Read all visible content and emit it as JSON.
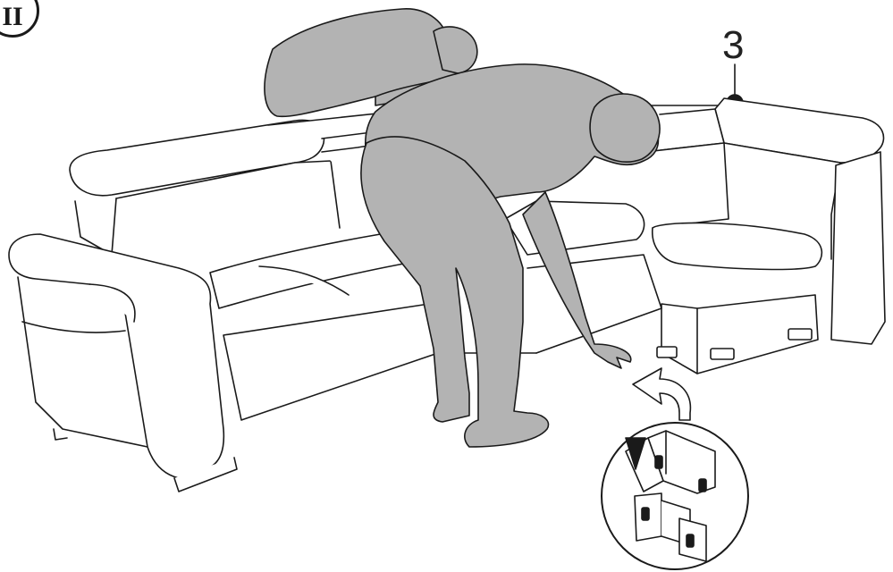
{
  "figure": {
    "step_label": "II",
    "callout_number": "3"
  },
  "colors": {
    "outline": "#1a1a1a",
    "person_fill": "#b3b3b3",
    "sofa_fill": "#ffffff",
    "arrow_fill": "#1a1a1a"
  },
  "icons": [
    "sofa-illustration",
    "person-icon",
    "connector-bracket-icon",
    "arrow-down-icon",
    "curved-arrow-icon"
  ]
}
